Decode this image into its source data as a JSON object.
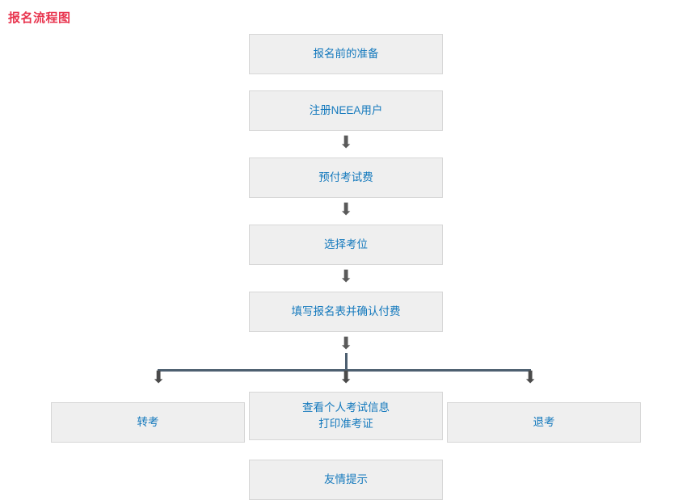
{
  "page": {
    "title": "报名流程图",
    "title_color": "#e8344e",
    "box_fill": "#efefef",
    "box_border": "#d7d7d7",
    "box_text_color": "#1479bd",
    "connector_color": "#4d5f70",
    "arrow_color": "#5a5a5a"
  },
  "flow": {
    "main_steps": [
      {
        "id": "prep",
        "label": "报名前的准备"
      },
      {
        "id": "register",
        "label": "注册NEEA用户"
      },
      {
        "id": "prepay",
        "label": "预付考试费"
      },
      {
        "id": "seat",
        "label": "选择考位"
      },
      {
        "id": "form",
        "label": "填写报名表并确认付费"
      }
    ],
    "branch_steps": [
      {
        "id": "transfer",
        "label": "转考"
      },
      {
        "id": "view",
        "label": "查看个人考试信息\n打印准考证"
      },
      {
        "id": "refund",
        "label": "退考"
      }
    ],
    "footer_step": {
      "id": "tips",
      "label": "友情提示"
    },
    "arrow_glyph": "⬇"
  }
}
